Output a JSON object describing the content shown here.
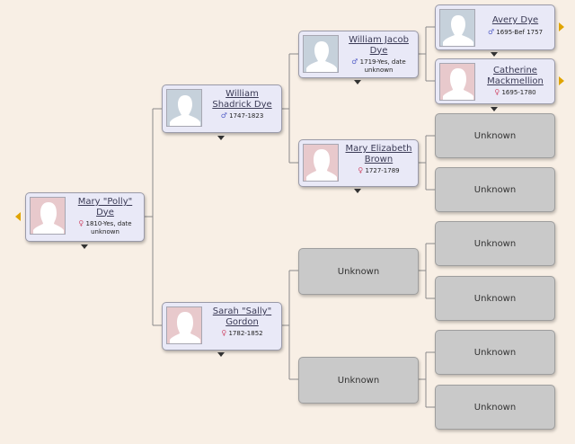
{
  "people": {
    "mary_polly": {
      "name": "Mary \"Polly\" Dye",
      "dates": "1810-Yes, date unknown",
      "gender": "female"
    },
    "william_shadrick": {
      "name": "William Shadrick Dye",
      "dates": "1747-1823",
      "gender": "male"
    },
    "sarah_sally": {
      "name": "Sarah \"Sally\" Gordon",
      "dates": "1782-1852",
      "gender": "female"
    },
    "william_jacob": {
      "name": "William Jacob Dye",
      "dates": "1719-Yes, date unknown",
      "gender": "male"
    },
    "mary_elizabeth": {
      "name": "Mary Elizabeth Brown",
      "dates": "1727-1789",
      "gender": "female"
    },
    "avery": {
      "name": "Avery Dye",
      "dates": "1695-Bef 1757",
      "gender": "male"
    },
    "catherine": {
      "name": "Catherine Mackmellion",
      "dates": "1695-1780",
      "gender": "female"
    }
  },
  "unknown_label": "Unknown",
  "symbols": {
    "male": "♂",
    "female": "♀"
  },
  "colors": {
    "card_bg": "#e9e9f7",
    "unknown_bg": "#c9c9c9",
    "nav_arrow": "#e0a400",
    "background": "#f8efe5"
  }
}
